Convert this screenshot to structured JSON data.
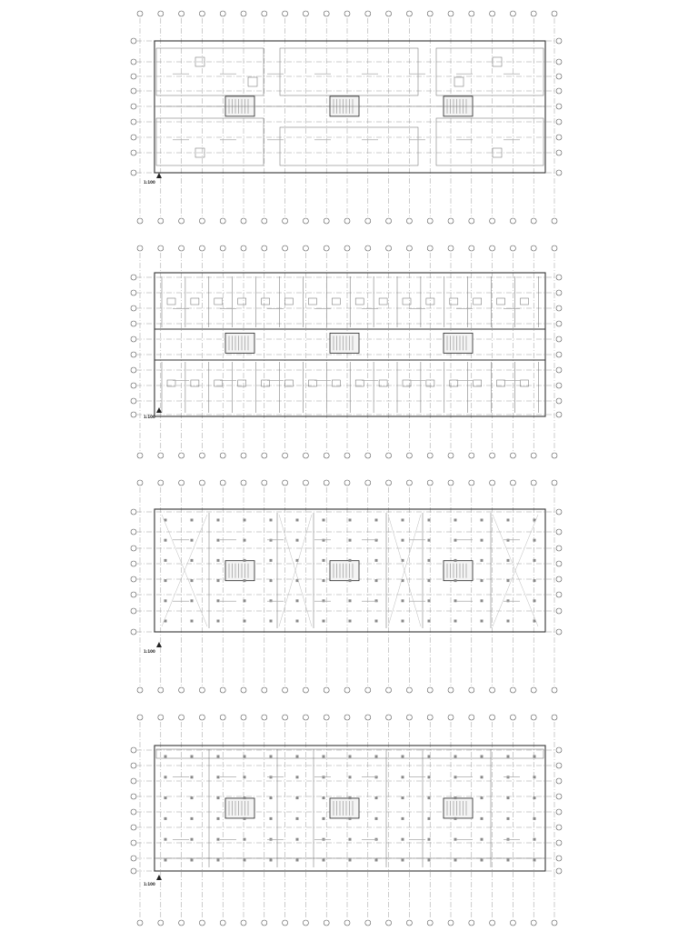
{
  "sheet": {
    "scale_label": "1:100",
    "plans": [
      {
        "id": "roof_plan",
        "kind": "roof"
      },
      {
        "id": "typical_residential_floor",
        "kind": "residential"
      },
      {
        "id": "podium_floor",
        "kind": "podium"
      },
      {
        "id": "ground_floor",
        "kind": "ground"
      }
    ],
    "colors": {
      "line": "#333333",
      "grid": "#9a9a9a",
      "column": "#888888",
      "paper": "#ffffff"
    }
  }
}
